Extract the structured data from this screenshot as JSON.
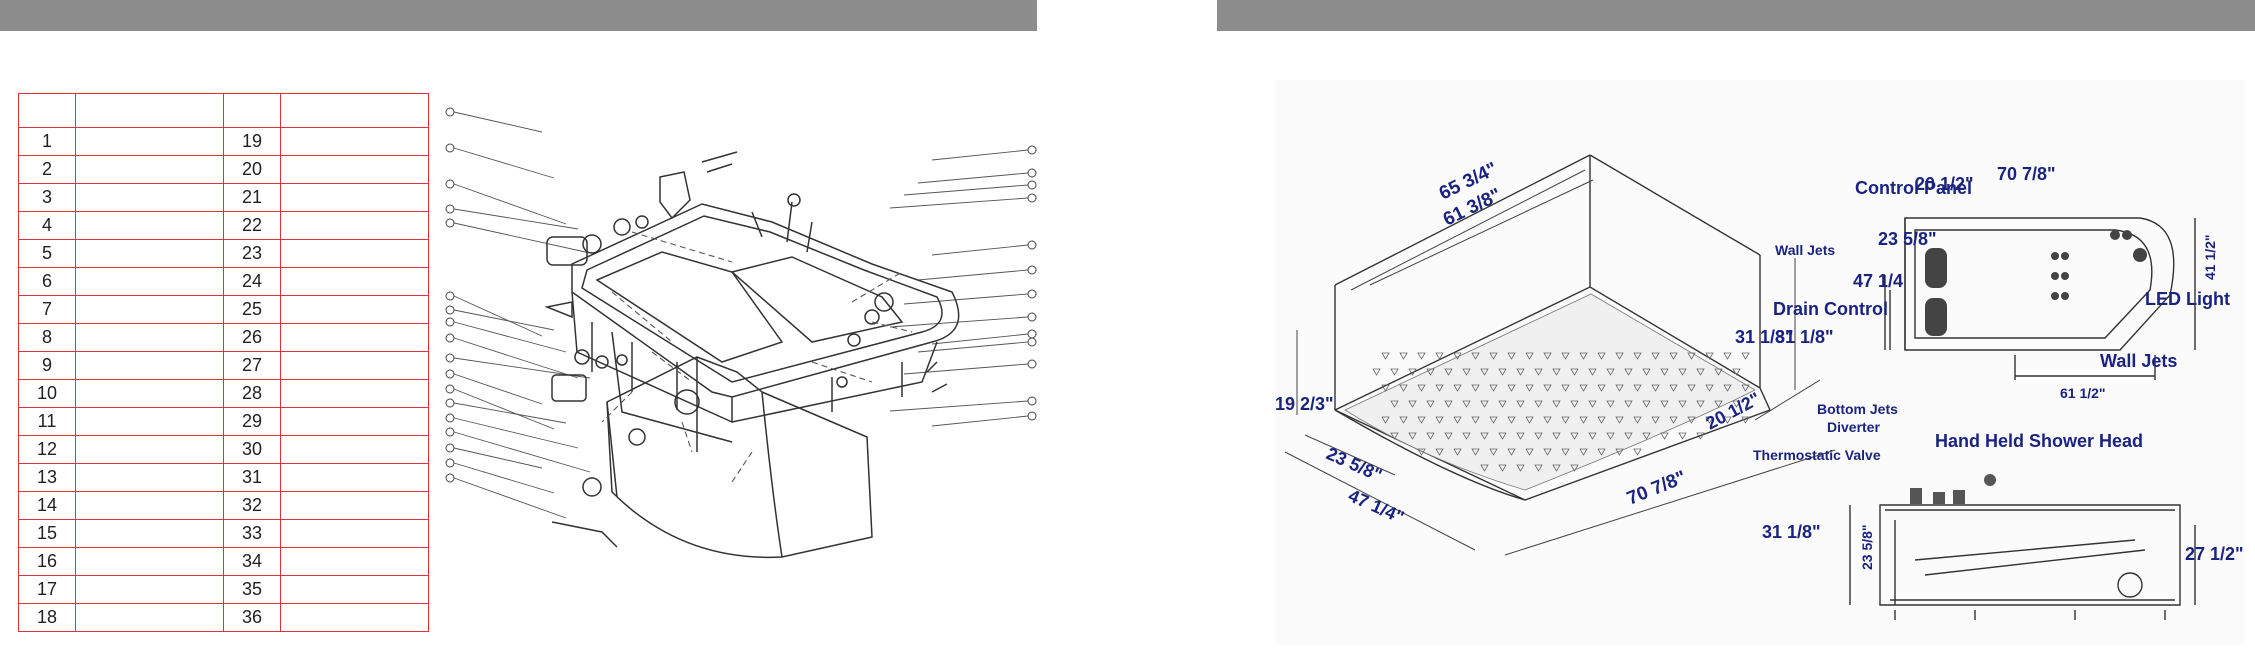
{
  "parts_list": {
    "header": [
      "",
      "",
      "",
      ""
    ],
    "left_numbers": [
      "1",
      "2",
      "3",
      "4",
      "5",
      "6",
      "7",
      "8",
      "9",
      "10",
      "11",
      "12",
      "13",
      "14",
      "15",
      "16",
      "17",
      "18"
    ],
    "right_numbers": [
      "19",
      "20",
      "21",
      "22",
      "23",
      "24",
      "25",
      "26",
      "27",
      "28",
      "29",
      "30",
      "31",
      "32",
      "33",
      "34",
      "35",
      "36"
    ],
    "border_color": "#e0303a"
  },
  "dimensions": {
    "back_long_outer": "65 3/4\"",
    "back_long_inner": "61 3/8\"",
    "height_left": "19 2/3\"",
    "width_inner": "23 5/8\"",
    "width_outer": "47 1/4\"",
    "length_front": "70 7/8\"",
    "right_end": "20 1/2\"",
    "height_right": "31 1/8\""
  },
  "top_view": {
    "control_panel": "Control Panel",
    "length": "70 7/8\"",
    "width_top": "20 1/2\"",
    "depth_inner": "23 5/8\"",
    "wall_jets_top": "Wall Jets",
    "depth_outer": "47 1/4",
    "drain_control": "Drain Control",
    "height": "31 1/8\"",
    "side_41": "41 1/2\"",
    "led_light": "LED Light",
    "wall_jets_bottom": "Wall Jets",
    "bottom_61": "61 1/2\""
  },
  "side_view": {
    "bottom_jets": "Bottom Jets",
    "diverter": "Diverter",
    "thermostatic_valve": "Thermostatic Valve",
    "hand_held_shower": "Hand Held Shower Head",
    "height_left": "31 1/8\"",
    "inner_height": "23 5/8\"",
    "height_right": "27 1/2\""
  },
  "colors": {
    "header_bar": "#8d8d8d",
    "dimension_text": "#1a2380"
  }
}
